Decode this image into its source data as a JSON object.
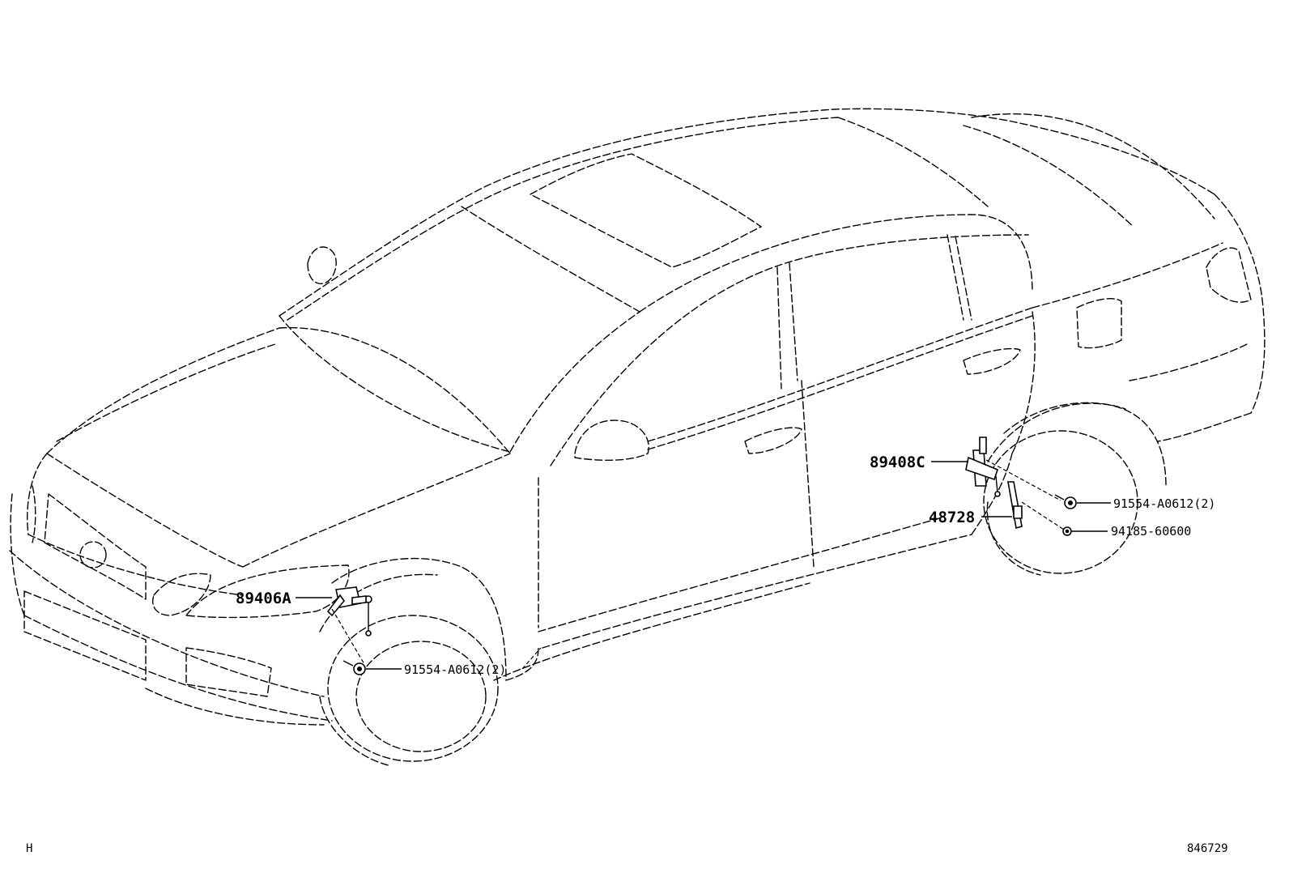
{
  "labels": {
    "left_sensor": "89406A",
    "rear_sensor": "89408C",
    "rear_bracket": "48728",
    "rear_bolt": "91554-A0612(2)",
    "rear_nut": "94185-60600",
    "front_bolt": "91554-A0612(2)"
  },
  "footer": {
    "left_code": "H",
    "illustration_number": "846729"
  }
}
